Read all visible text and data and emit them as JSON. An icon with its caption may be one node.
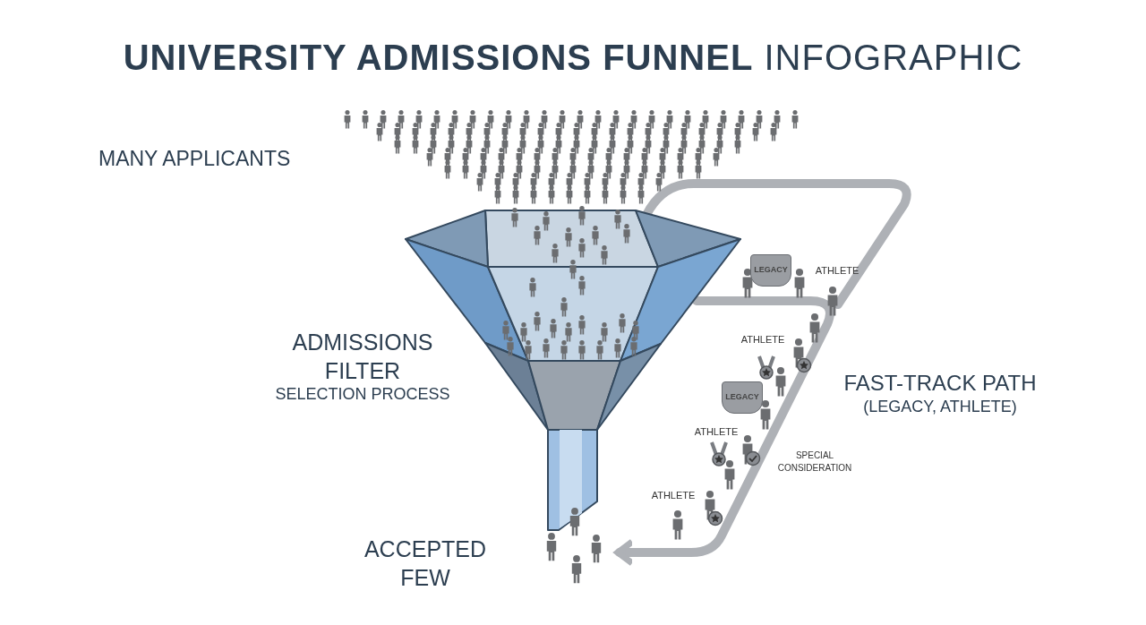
{
  "diagram": {
    "title": "**UNIVERSITY ADMISSIONS FUNNEL** INFOGRAPHIC",
    "nodes": [
      {
        "text": [],
        "shape": "picture",
        "beside": [
          "MANY APPLICANTS"
        ]
      },
      {
        "text": [],
        "shape": "picture",
        "beside": [
          "ADMISSIONS FILTER",
          "SELECTION PROCESS"
        ]
      },
      {
        "text": [],
        "shape": "picture"
      }
    ],
    "edges": [
      {
        "from": 1,
        "to": 2,
        "arrow": "to"
      },
      {
        "from": null,
        "to": 1,
        "arrow": "to"
      }
    ],
    "labels": [
      "LEGACY",
      "ATHLETE",
      "ATHLETE",
      "FAST-TRACK PATH",
      "(LEGACY, ATHLETE)",
      "LEGACY",
      "ATHLETE",
      "SPECIAL CONSIDERATION",
      "ATHLETE",
      "ACCEPTED FEW"
    ]
  }
}
